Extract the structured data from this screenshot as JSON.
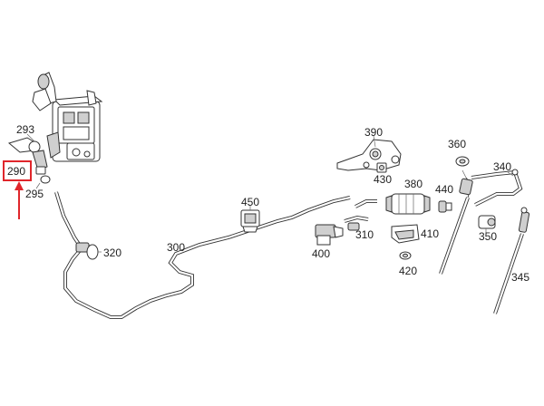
{
  "accent": "#e0262b",
  "highlighted_part": "290",
  "callouts": [
    {
      "id": "c290",
      "label": "290"
    },
    {
      "id": "c293",
      "label": "293"
    },
    {
      "id": "c295",
      "label": "295"
    },
    {
      "id": "c300",
      "label": "300"
    },
    {
      "id": "c310",
      "label": "310"
    },
    {
      "id": "c320",
      "label": "320"
    },
    {
      "id": "c340",
      "label": "340"
    },
    {
      "id": "c345",
      "label": "345"
    },
    {
      "id": "c350",
      "label": "350"
    },
    {
      "id": "c360",
      "label": "360"
    },
    {
      "id": "c380",
      "label": "380"
    },
    {
      "id": "c390",
      "label": "390"
    },
    {
      "id": "c400",
      "label": "400"
    },
    {
      "id": "c410",
      "label": "410"
    },
    {
      "id": "c420",
      "label": "420"
    },
    {
      "id": "c430",
      "label": "430"
    },
    {
      "id": "c440",
      "label": "440"
    },
    {
      "id": "c450",
      "label": "450"
    }
  ]
}
